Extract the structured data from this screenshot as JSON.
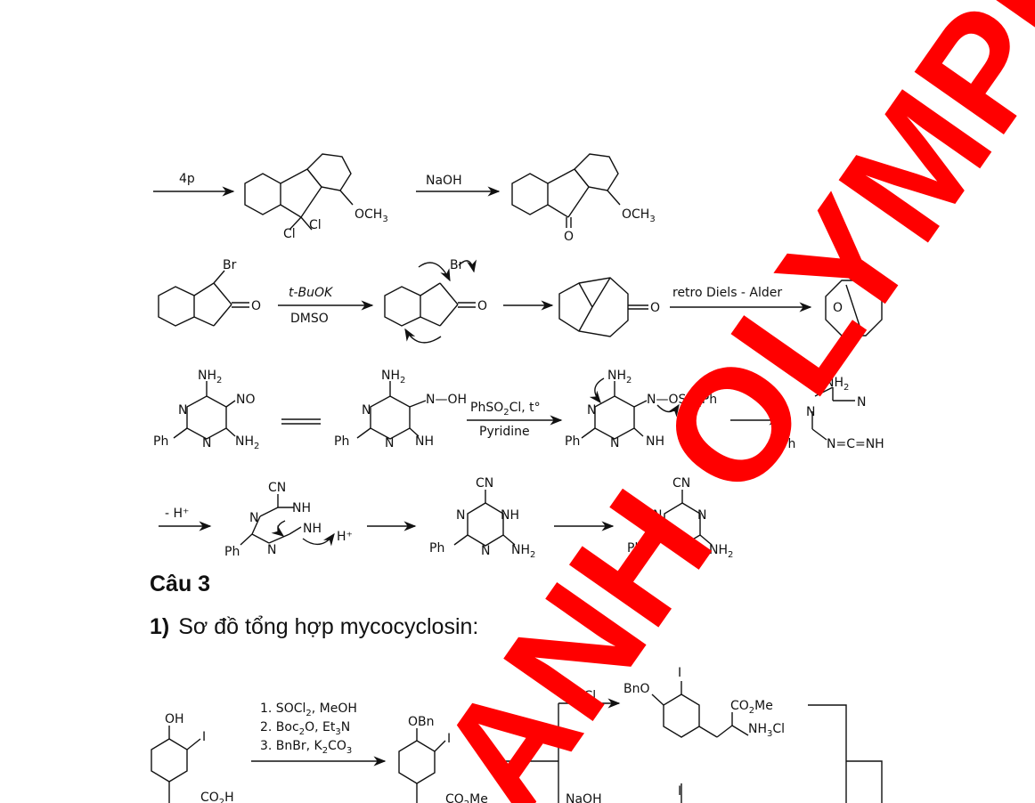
{
  "scheme_1": {
    "reagent_1": "4p",
    "reagent_2": "NaOH",
    "lbl_och3_a": "OCH",
    "lbl_och3_b": "OCH",
    "lbl_cl": "Cl",
    "lbl_o": "O"
  },
  "scheme_2": {
    "reagent_top": "t-BuOK",
    "reagent_bottom": "DMSO",
    "reagent_3": "retro Diels - Alder",
    "lbl_br": "Br",
    "lbl_o": "O"
  },
  "scheme_3": {
    "lbl_nh2": "NH",
    "lbl_no": "NO",
    "lbl_n": "N",
    "lbl_ph": "Ph",
    "lbl_noh": "N—OH",
    "lbl_nh": "NH",
    "reagent_top": "PhSO",
    "reagent_top_tail": "Cl, t°",
    "reagent_bottom": "Pyridine",
    "lbl_noso2ph": "N—OSO",
    "lbl_noso2ph_tail": "Ph",
    "lbl_cn": "N",
    "lbl_ncnh": "N=C=NH"
  },
  "scheme_4": {
    "reagent_1": "- H⁺",
    "lbl_cn": "CN",
    "lbl_hplus": "H⁺"
  },
  "heading": "Câu 3",
  "subheading_num": "1)",
  "subheading_text": "Sơ đồ tổng hợp mycocyclosin:",
  "scheme_5": {
    "lbl_oh": "OH",
    "lbl_i": "I",
    "lbl_co2h": "CO",
    "step_1": "1. SOCl",
    "step_1_tail": ", MeOH",
    "step_2": "2. Boc",
    "step_2_tail": "O, Et",
    "step_2_end": "N",
    "step_3": "3. BnBr, K",
    "step_3_tail": "CO",
    "lbl_obn": "OBn",
    "reagent_hcl": "HCl",
    "lbl_bno": "BnO",
    "lbl_co2me": "CO",
    "lbl_co2me_tail": "Me",
    "lbl_nh3cl": "NH",
    "lbl_nh3cl_tail": "Cl",
    "reagent_naoh": "NaOH",
    "lbl_co2me_b": "CO"
  },
  "watermark": "ANH OLYMPIAD",
  "colors": {
    "watermark": "#ff0000",
    "text": "#111111"
  }
}
